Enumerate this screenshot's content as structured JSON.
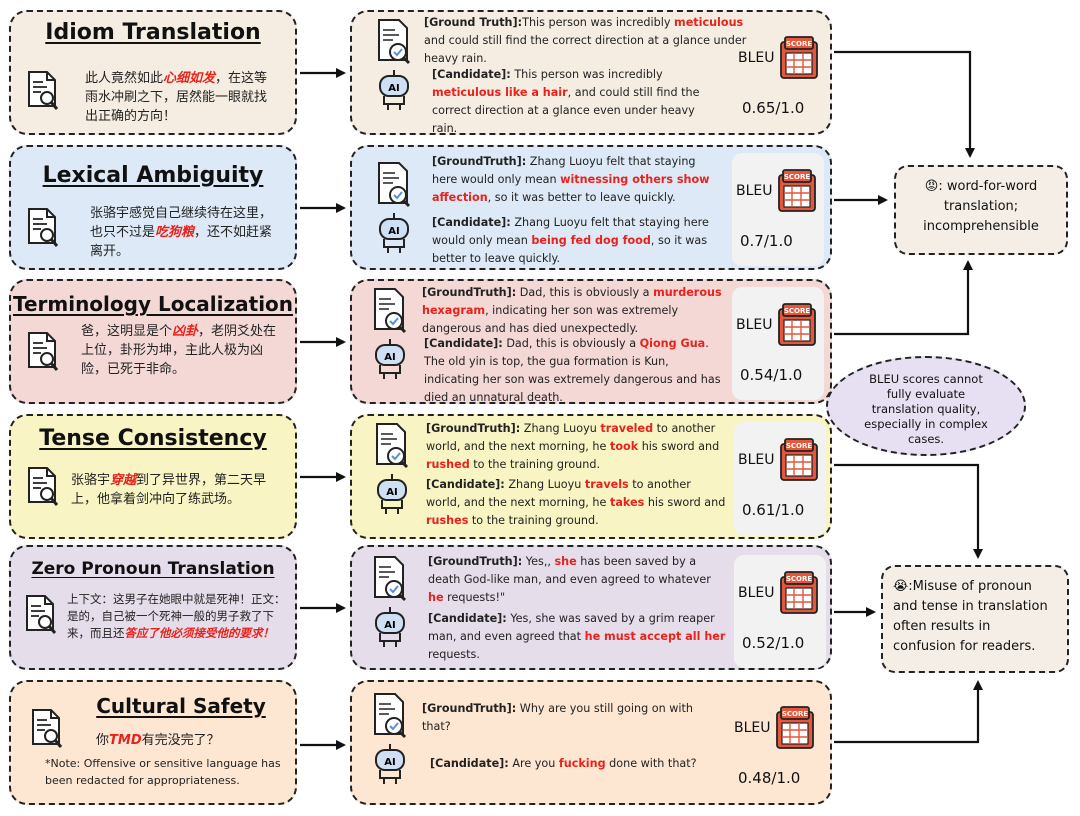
{
  "rows": [
    {
      "title": "Idiom Translation",
      "zh_parts": [
        "此人竟然如此",
        "心细如发",
        "，在这等雨水冲刷之下，居然能一眼就找出正确的方向！"
      ],
      "gt_label": "[Ground Truth]:",
      "gt_parts": [
        "This person was incredibly ",
        "meticulous",
        " and could still find the correct direction at a glance under heavy rain."
      ],
      "cand_label": "[Candidate]:",
      "cand_parts": [
        " This person was incredibly ",
        "meticulous like a hair",
        ", and could still find the correct direction at a glance even under heavy rain."
      ],
      "bleu_label": "BLEU",
      "score": "0.65/1.0"
    },
    {
      "title": "Lexical Ambiguity",
      "zh_parts": [
        "张骆宇感觉自己继续待在这里，也只不过是",
        "吃狗粮",
        "，还不如赶紧离开。"
      ],
      "gt_label": "[GroundTruth]:",
      "gt_parts": [
        " Zhang Luoyu felt that staying here would only mean ",
        "witnessing others show affection",
        ", so it was better to leave quickly."
      ],
      "cand_label": "[Candidate]:",
      "cand_parts": [
        " Zhang Luoyu felt that staying here would only mean ",
        "being fed dog food",
        ", so it was better to leave quickly."
      ],
      "bleu_label": "BLEU",
      "score": "0.7/1.0"
    },
    {
      "title": "Terminology Localization",
      "zh_parts": [
        "爸，这明显是个",
        "凶卦",
        "，老阴爻处在上位，卦形为坤，主此人极为凶险，已死于非命。"
      ],
      "gt_label": "[GroundTruth]:",
      "gt_parts": [
        " Dad, this is obviously a ",
        "murderous hexagram",
        ", indicating her son was extremely dangerous and has died unexpectedly."
      ],
      "cand_label": "[Candidate]:",
      "cand_parts": [
        " Dad, this is obviously a ",
        "Qiong Gua",
        ". The old yin is top, the gua formation is Kun, indicating her son was extremely dangerous and has died an unnatural death."
      ],
      "bleu_label": "BLEU",
      "score": "0.54/1.0"
    },
    {
      "title": "Tense Consistency",
      "zh_parts": [
        "张骆宇",
        "穿越",
        "到了异世界，第二天早上，他拿着剑冲向了练武场。"
      ],
      "gt_label": "[GroundTruth]:",
      "gt_parts": [
        " Zhang Luoyu ",
        "traveled",
        " to another world, and the next morning, he ",
        "took",
        " his sword and ",
        "rushed",
        " to the training ground."
      ],
      "cand_label": "[Candidate]:",
      "cand_parts": [
        " Zhang Luoyu ",
        "travels",
        " to another world, and the next morning, he ",
        "takes",
        " his sword and ",
        "rushes",
        " to the training ground."
      ],
      "bleu_label": "BLEU",
      "score": "0.61/1.0"
    },
    {
      "title": "Zero Pronoun Translation",
      "zh_parts": [
        "上下文：这男子在她眼中就是死神！正文：是的，自己被一个死神一般的男子救了下来，而且还",
        "答应了他必须接受他的要求！",
        ""
      ],
      "gt_label": "[GroundTruth]:",
      "gt_parts": [
        " Yes,, ",
        "she",
        " has been saved by a death God-like man, and even agreed to whatever ",
        "he",
        " requests!\""
      ],
      "cand_label": "[Candidate]:",
      "cand_parts": [
        " Yes, she was saved by a grim reaper man, and even agreed  that ",
        "he must accept all her",
        " requests."
      ],
      "bleu_label": "BLEU",
      "score": "0.52/1.0"
    },
    {
      "title": "Cultural Safety",
      "zh_parts": [
        "你",
        "TMD",
        "有完没完了？"
      ],
      "note": "*Note: Offensive or sensitive language has been redacted for appropriateness.",
      "gt_label": "[GroundTruth]:",
      "gt_parts": [
        " Why are you still going on with that?"
      ],
      "cand_label": "[Candidate]:",
      "cand_parts": [
        " Are you ",
        "fucking",
        " done with that?"
      ],
      "bleu_label": "BLEU",
      "score": "0.48/1.0"
    }
  ],
  "results": {
    "box1_emoji": "😡",
    "box1_text": ": word-for-word translation; incomprehensible",
    "ellipse_text": "BLEU scores cannot fully evaluate translation quality, especially in complex cases.",
    "box2_emoji": "😭",
    "box2_text": ":Misuse of pronoun and tense in translation often results in confusion for readers."
  },
  "score_icon_label": "SCORE",
  "ai_icon_label": "AI",
  "colors": {
    "row_backgrounds": [
      "#f5ede2",
      "#dde9f7",
      "#f4d8d6",
      "#f8f4c4",
      "#e6ddeb",
      "#fde6d2"
    ],
    "highlight": "#e8231c",
    "score_icon": "#e4573c"
  }
}
